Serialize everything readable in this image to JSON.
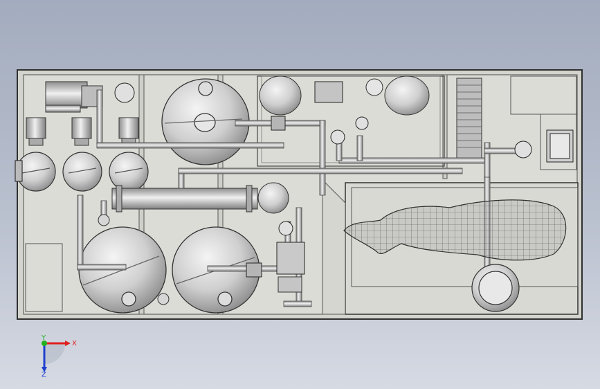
{
  "viewport": {
    "background_top": "#a3acbe",
    "background_bottom": "#d6dae3",
    "model_floor_color": "#d9d9d3",
    "model_outline_color": "#3a3a3a",
    "metal_color": "#c9c9c9"
  },
  "triad": {
    "x_label": "X",
    "y_label": "Y",
    "z_label": "Z",
    "x_color": "#e02020",
    "y_color": "#20b020",
    "z_color": "#2040d0"
  }
}
